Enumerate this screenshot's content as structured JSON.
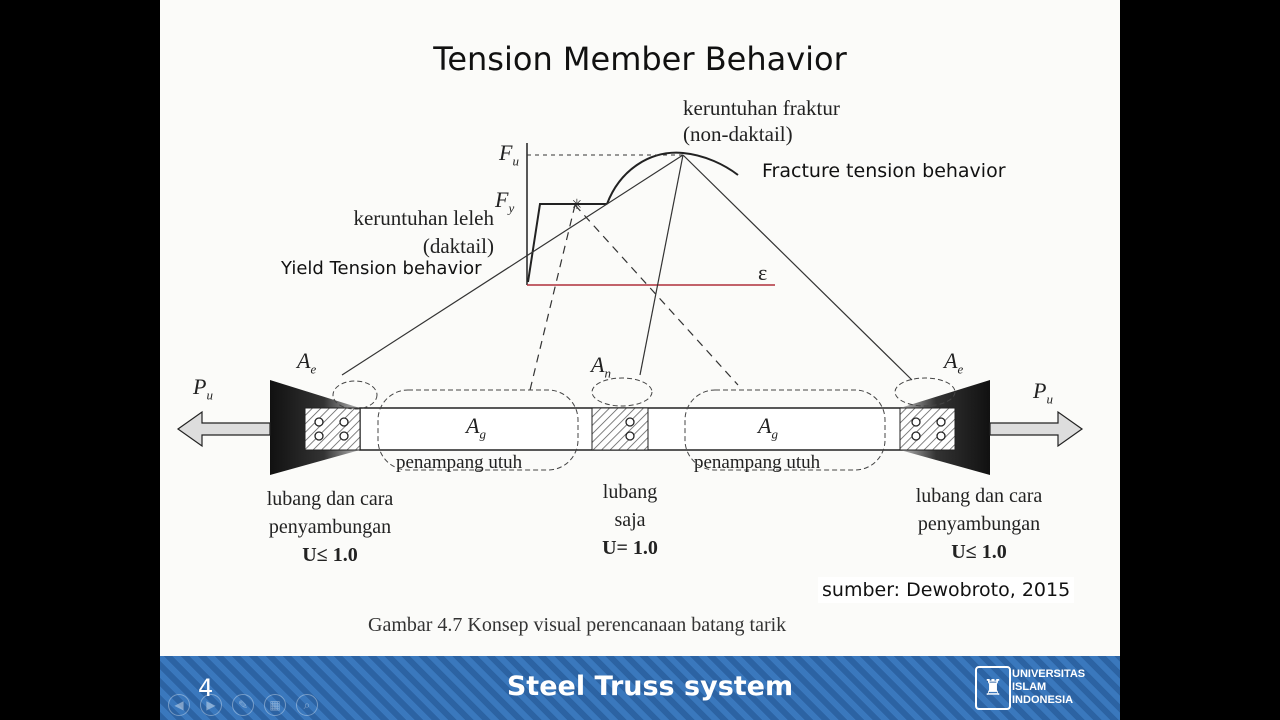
{
  "slide": {
    "title": "Tension Member Behavior",
    "page_number": "4",
    "footer_title": "Steel Truss system",
    "university": [
      "UNIVERSITAS",
      "ISLAM",
      "INDONESIA"
    ],
    "source_note": "sumber: Dewobroto, 2015",
    "caption": "Gambar 4.7 Konsep visual perencanaan batang tarik"
  },
  "diagram": {
    "fracture_label": [
      "keruntuhan fraktur",
      "(non-daktail)"
    ],
    "fracture_note": "Fracture tension behavior",
    "yield_label": [
      "keruntuhan leleh",
      "(daktail)"
    ],
    "yield_note": "Yield Tension behavior",
    "fu": "F",
    "fu_sub": "u",
    "fy": "F",
    "fy_sub": "y",
    "epsilon": "ε",
    "ae": "A",
    "ae_sub": "e",
    "an": "A",
    "an_sub": "n",
    "ag": "A",
    "ag_sub": "g",
    "pu": "P",
    "pu_sub": "u",
    "section_full": "penampang utuh",
    "left_end": [
      "lubang dan cara",
      "penyambungan",
      "U≤ 1.0"
    ],
    "middle": [
      "lubang",
      "saja",
      "U= 1.0"
    ],
    "right_end": [
      "lubang dan cara",
      "penyambungan",
      "U≤ 1.0"
    ]
  },
  "colors": {
    "footer": "#2c63a3",
    "axis_red": "#b0303a"
  },
  "controls": [
    "prev-icon",
    "next-icon",
    "pen-icon",
    "slides-icon",
    "zoom-icon"
  ]
}
